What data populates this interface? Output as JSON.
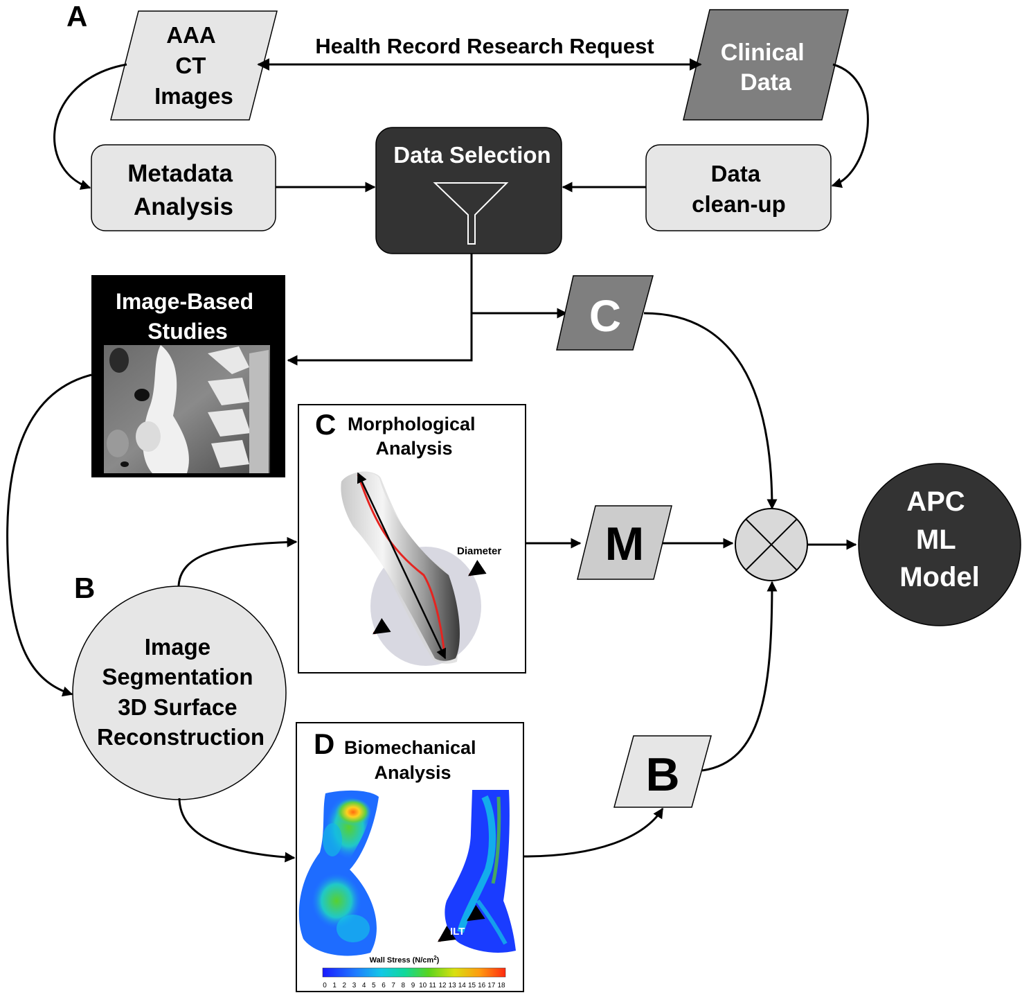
{
  "panel_letters": {
    "a": "A",
    "b": "B",
    "c": "C",
    "d": "D"
  },
  "nodes": {
    "ct_images": [
      "AAA",
      "CT",
      "Images"
    ],
    "clinical_data": [
      "Clinical",
      "Data"
    ],
    "metadata_analysis": [
      "Metadata",
      "Analysis"
    ],
    "data_selection": "Data Selection",
    "data_cleanup": [
      "Data",
      "clean-up"
    ],
    "image_based_studies": [
      "Image-Based",
      "Studies"
    ],
    "c_box": "C",
    "m_box": "M",
    "b_box": "B",
    "segmentation": [
      "Image",
      "Segmentation",
      "3D Surface",
      "Reconstruction"
    ],
    "apc_model": [
      "APC",
      "ML",
      "Model"
    ]
  },
  "edges": {
    "health_record": "Health Record Research Request"
  },
  "morph_panel": {
    "title": [
      "Morphological",
      "Analysis"
    ],
    "diameter_label": "Diameter"
  },
  "biomech_panel": {
    "title": [
      "Biomechanical",
      "Analysis"
    ],
    "ilt_label": "ILT",
    "colorbar_title": "Wall Stress (N/cm",
    "colorbar_sup": "2",
    "colorbar_title_end": ")",
    "colorbar_ticks": [
      "0",
      "1",
      "2",
      "3",
      "4",
      "5",
      "6",
      "7",
      "8",
      "9",
      "10",
      "11",
      "12",
      "13",
      "14",
      "15",
      "16",
      "17",
      "18"
    ]
  },
  "colors": {
    "light_box": "#e6e6e6",
    "dark_box": "#333333",
    "mid_gray": "#7f7f7f",
    "light_para": "#cccccc",
    "accent_red": "#e52420"
  }
}
